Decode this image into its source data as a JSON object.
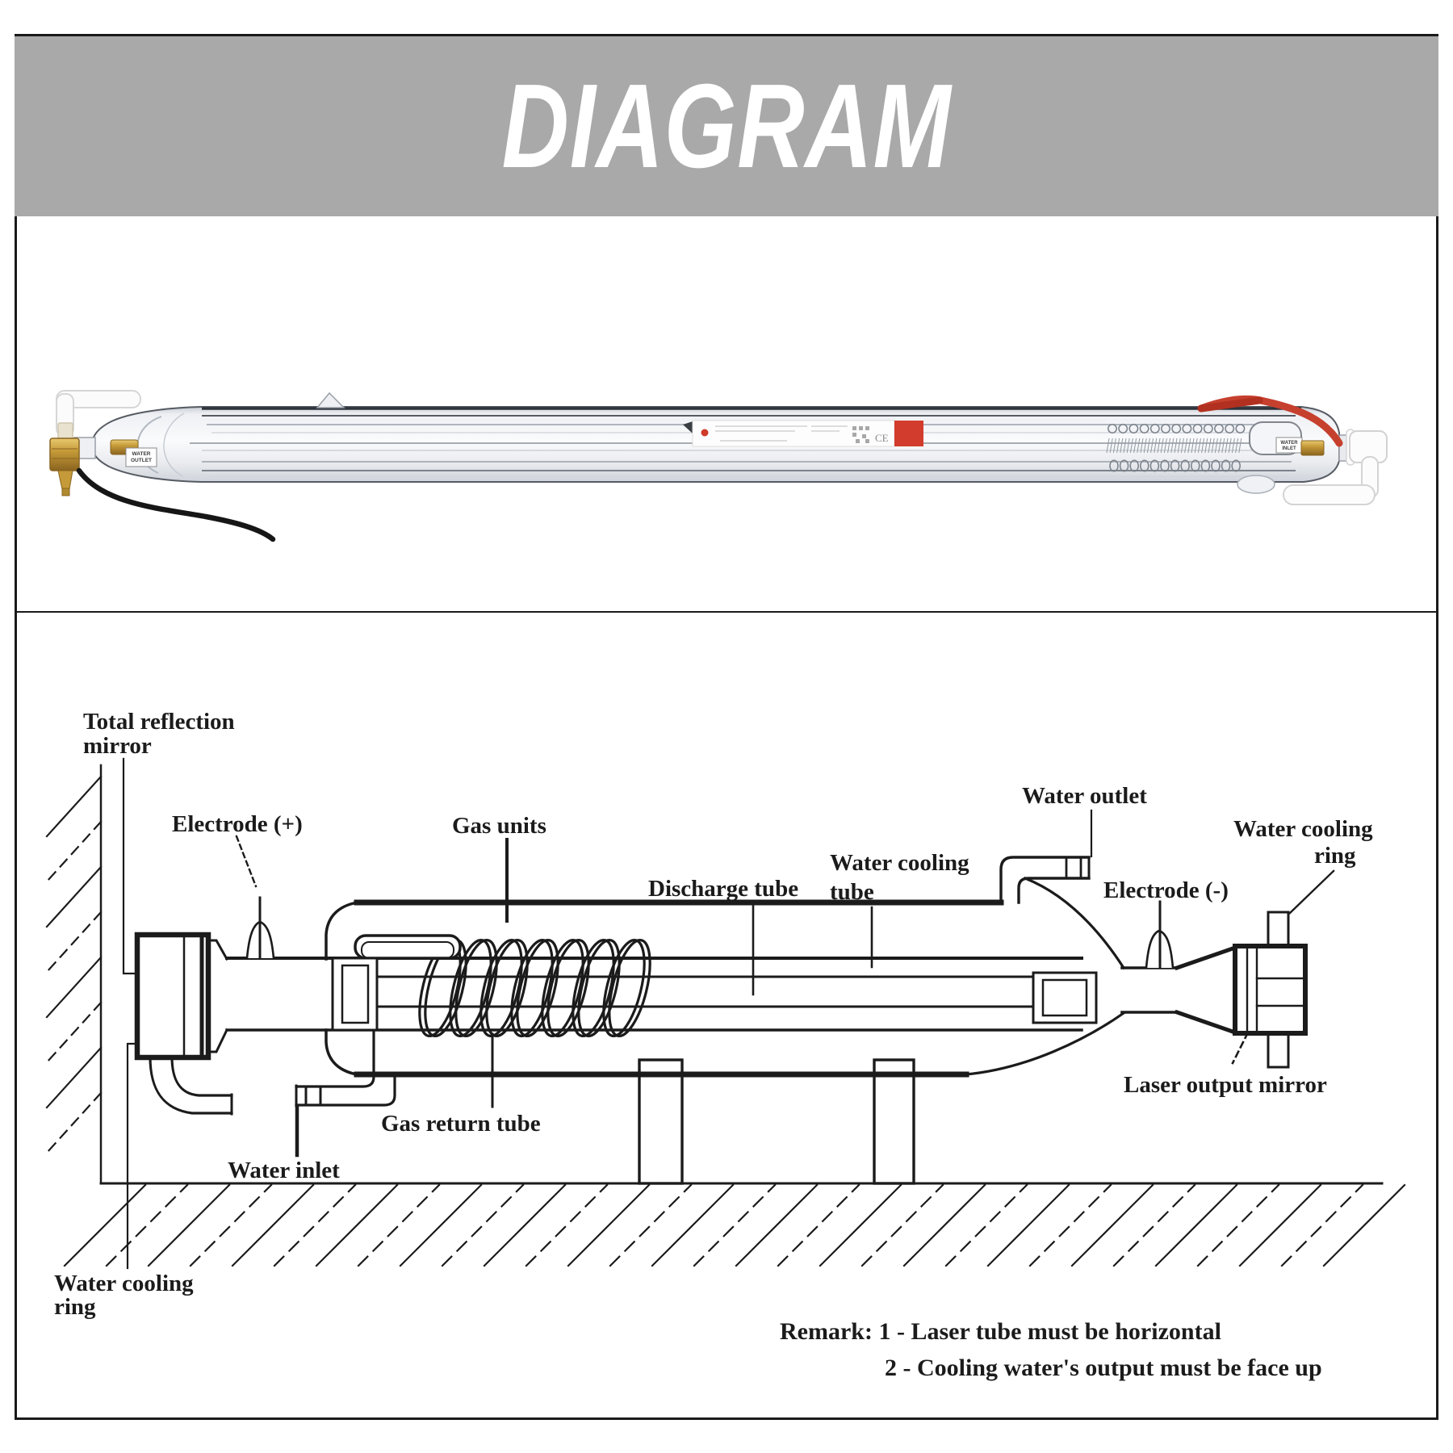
{
  "header": {
    "title": "DIAGRAM"
  },
  "photo": {
    "water_outlet_label": {
      "line1": "WATER",
      "line2": "OUTLET"
    },
    "water_inlet_label": {
      "line1": "WATER",
      "line2": "INLET"
    },
    "sticker": {
      "ce_mark": "CE"
    }
  },
  "diagram": {
    "labels": {
      "total_reflection_mirror": {
        "line1": "Total reflection",
        "line2": "mirror"
      },
      "electrode_pos": "Electrode (+)",
      "gas_units": "Gas units",
      "discharge_tube": "Discharge tube",
      "water_cooling_tube": {
        "line1": "Water cooling",
        "line2": "tube"
      },
      "water_outlet": "Water outlet",
      "electrode_neg": "Electrode (-)",
      "water_cooling_ring_right": {
        "line1": "Water cooling",
        "line2": "ring"
      },
      "laser_output_mirror": "Laser output mirror",
      "gas_return_tube": "Gas return tube",
      "water_inlet": "Water inlet",
      "water_cooling_ring_left": {
        "line1": "Water cooling",
        "line2": "ring"
      }
    },
    "remark": {
      "line1": "Remark: 1 - Laser tube must be horizontal",
      "line2": "2 - Cooling water's output must be face up"
    }
  },
  "colors": {
    "banner_gray": "#a9a9a9",
    "line_black": "#1b1b1b",
    "red_wire": "#c6402e",
    "label_red": "#d23c2c",
    "brass": "#c59a38"
  }
}
